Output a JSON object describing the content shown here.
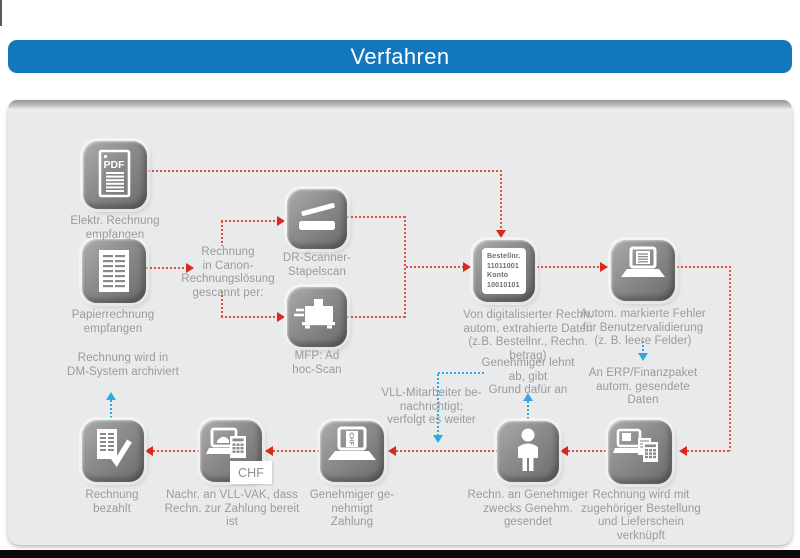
{
  "header": {
    "title": "Verfahren"
  },
  "colors": {
    "title_bar_blue": "#1377BD",
    "arrow_red": "#DA291C",
    "arrow_blue": "#2FA9DE",
    "label_gray": "#9A9A9A",
    "panel_background": "#E9EAEB",
    "tile_gray": "#7A7A7A",
    "footer_black": "#0A0A0A"
  },
  "nodes": [
    {
      "id": "elektr-rechnung",
      "icon": "pdf-document-icon",
      "label": "Elektr. Rechnung\nempfangen"
    },
    {
      "id": "papierrechnung",
      "icon": "paper-invoice-icon",
      "label": "Papierrechnung\nempfangen"
    },
    {
      "id": "dr-scanner",
      "icon": "flatbed-scanner-icon",
      "label": "DR-Scanner-\nStapelscan"
    },
    {
      "id": "mfp-adhoc",
      "icon": "multifunction-printer-icon",
      "label": "MFP: Ad\nhoc-Scan"
    },
    {
      "id": "extrahierte-daten",
      "icon": "data-card-icon",
      "label": "Von digitalisierter Rechn.\nautom. extrahierte Daten\n(z.B. Bestellnr., Rechn.\nbetrag)",
      "card_lines": [
        "Bestellnr.",
        "11011001",
        "Konto",
        "10010101"
      ]
    },
    {
      "id": "markierte-fehler",
      "icon": "laptop-document-icon",
      "label": "Autom. markierte Fehler\nfür Benutzervalidierung\n(z. B. leere Felder)"
    },
    {
      "id": "verknuepfung",
      "icon": "laptop-linked-documents-icon",
      "label": "Rechnung wird mit\nzugehöriger Bestellung\nund Lieferschein\nverknüpft"
    },
    {
      "id": "an-genehmiger",
      "icon": "person-icon",
      "label": "Rechn. an Genehmiger\nzwecks Genehm.\ngesendet"
    },
    {
      "id": "genehmigt-zahlung",
      "icon": "laptop-chf-icon",
      "label": "Genehmiger ge-\nnehmigt\nZahlung"
    },
    {
      "id": "nachricht-vll-vak",
      "icon": "laptop-payment-icon",
      "label": "Nachr. an VLL-VAK, dass\nRechn. zur Zahlung bereit\nist",
      "badge": "CHF"
    },
    {
      "id": "rechnung-bezahlt",
      "icon": "invoice-check-icon",
      "label": "Rechnung\nbezahlt"
    }
  ],
  "annotations": {
    "scan_hint": "Rechnung\nin Canon-\nRechnungslösung\ngescannt per:",
    "erp_export": "An ERP/Finanzpaket\nautom. gesendete\nDaten",
    "genehmiger_lehnt_ab": "Genehmiger lehnt\nab, gibt\nGrund dafür an",
    "vll_mitarbeiter": "VLL-Mitarbeiter be-\nnachrichtigt;\nverfolgt es weiter",
    "dm_archiv": "Rechnung wird in\nDM-System archiviert"
  }
}
